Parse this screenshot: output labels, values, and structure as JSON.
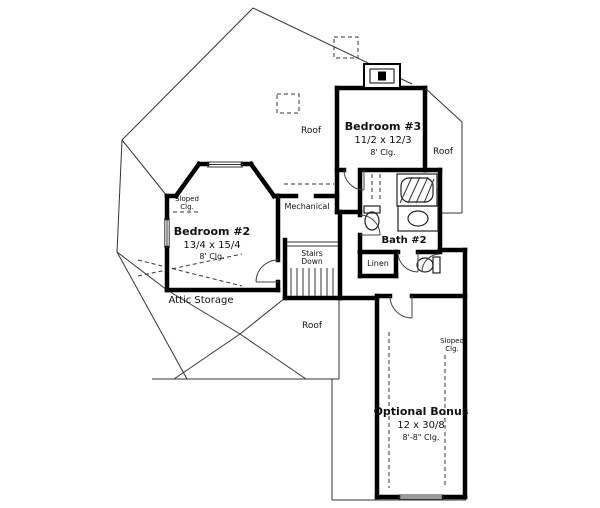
{
  "page": {
    "background": "#ffffff",
    "line_color": "#111111"
  },
  "rooms": {
    "bedroom3": {
      "name": "Bedroom #3",
      "dims": "11/2 x 12/3",
      "ceiling": "8' Clg."
    },
    "bedroom2": {
      "name": "Bedroom #2",
      "dims": "13/4 x 15/4",
      "ceiling": "8' Clg."
    },
    "bath2": {
      "name": "Bath #2"
    },
    "bonus": {
      "name": "Optional Bonus",
      "dims": "12 x 30/8",
      "ceiling": "8'-8\" Clg."
    },
    "mechanical": {
      "name": "Mechanical"
    },
    "attic_storage": {
      "name": "Attic Storage"
    },
    "linen": {
      "name": "Linen"
    },
    "stairs": {
      "line1": "Stairs",
      "line2": "Down"
    }
  },
  "labels": {
    "roof_top": "Roof",
    "roof_right": "Roof",
    "roof_bottom": "Roof",
    "sloped_left_1": "Sloped",
    "sloped_left_2": "Clg.",
    "sloped_right_1": "Sloped",
    "sloped_right_2": "Clg."
  }
}
